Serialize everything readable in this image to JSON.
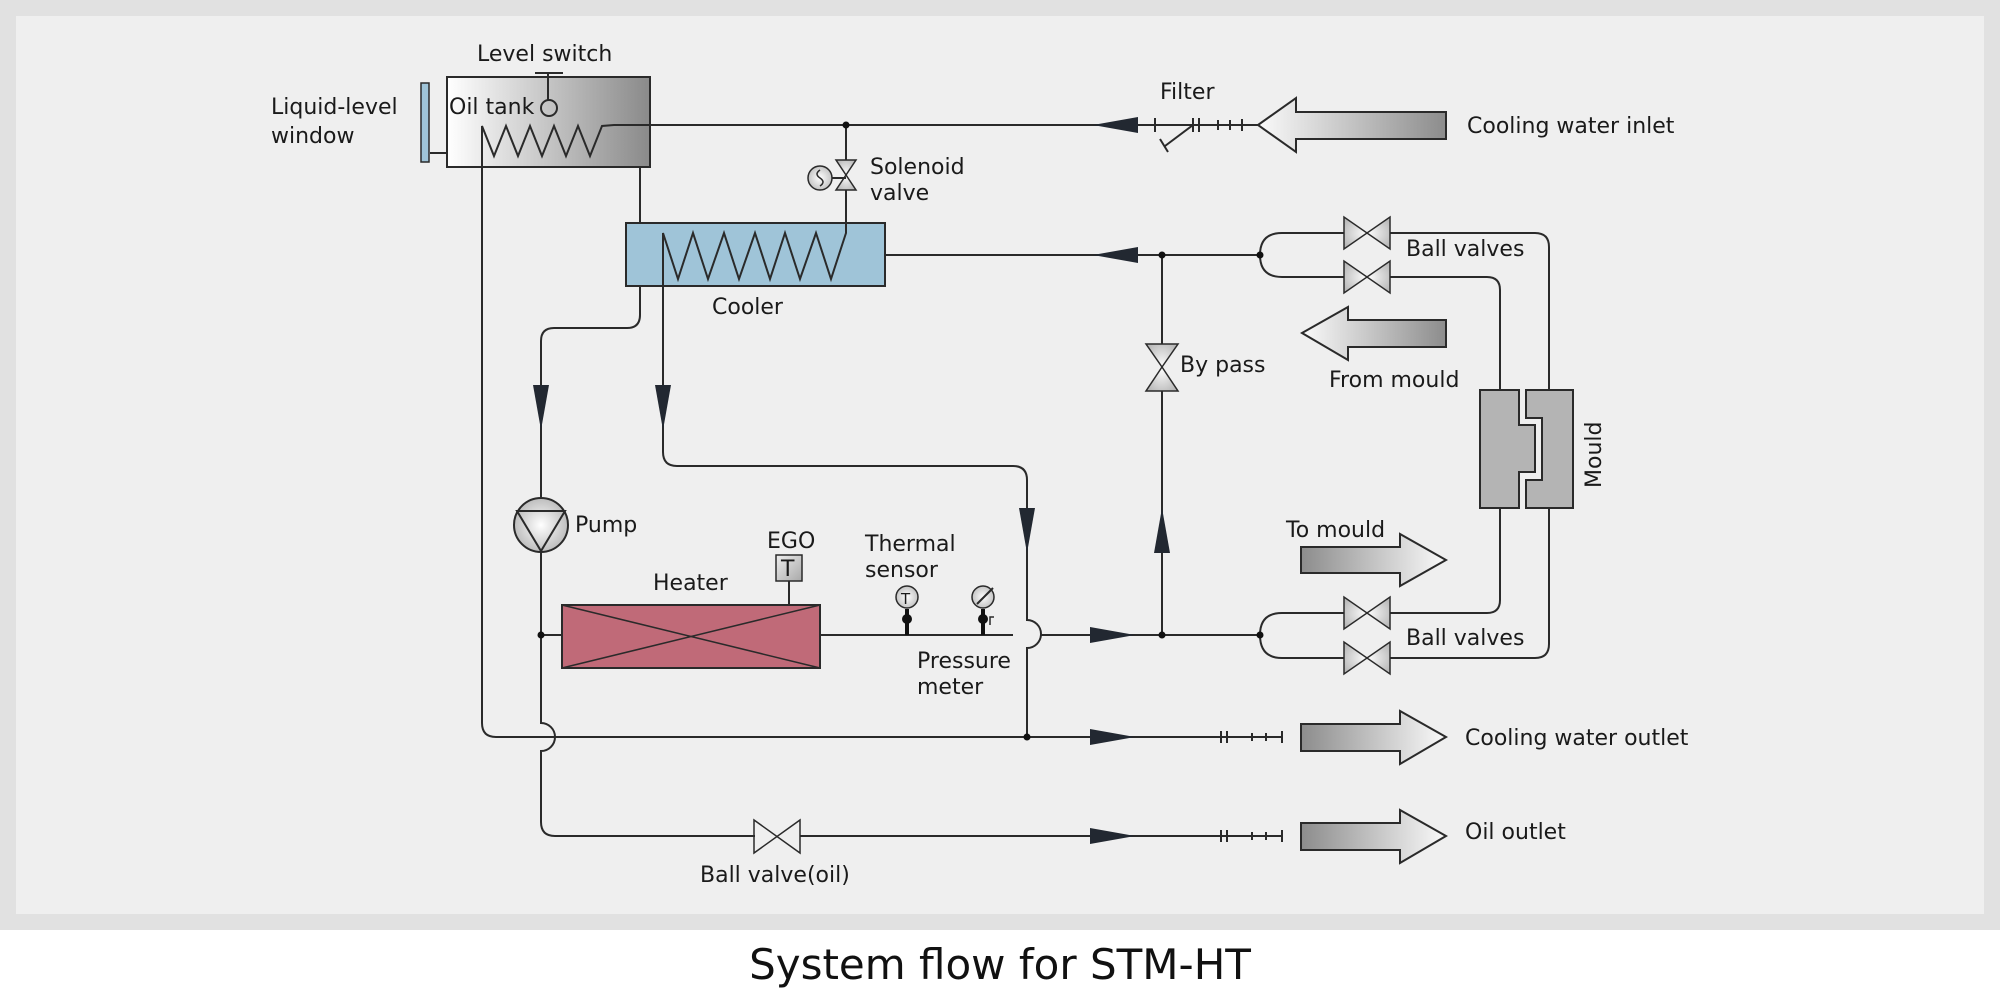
{
  "caption": "System flow for STM-HT",
  "colors": {
    "background_frame": "#e1e1e1",
    "background_panel": "#efefef",
    "cooler_fill": "#9fc4d8",
    "heater_fill": "#c06a78",
    "mould_fill": "#b4b4b4",
    "liquid_window_fill": "#9fc4d8",
    "pipe": "#2a2a2a",
    "arrowhead": "#222831"
  },
  "labels": {
    "level_switch": "Level switch",
    "liquid_level_line1": "Liquid-level",
    "liquid_level_line2": "window",
    "oil_tank": "Oil tank",
    "filter": "Filter",
    "cooling_water_inlet": "Cooling water inlet",
    "solenoid_line1": "Solenoid",
    "solenoid_line2": "valve",
    "cooler": "Cooler",
    "ball_valves_top": "Ball valves",
    "by_pass": "By pass",
    "from_mould": "From mould",
    "mould": "Mould",
    "pump": "Pump",
    "ego": "EGO",
    "ego_symbol": "T",
    "thermal_line1": "Thermal",
    "thermal_line2": "sensor",
    "thermal_symbol": "T",
    "heater": "Heater",
    "to_mould": "To mould",
    "ball_valves_bottom": "Ball valves",
    "pressure_line1": "Pressure",
    "pressure_line2": "meter",
    "cooling_water_outlet": "Cooling water outlet",
    "oil_outlet": "Oil outlet",
    "ball_valve_oil": "Ball valve(oil)"
  },
  "components": [
    {
      "id": "oil-tank",
      "type": "tank",
      "label": "Oil tank"
    },
    {
      "id": "level-switch",
      "type": "switch",
      "label": "Level switch"
    },
    {
      "id": "liquid-level-window",
      "type": "gauge",
      "label": "Liquid-level window"
    },
    {
      "id": "filter",
      "type": "filter",
      "label": "Filter"
    },
    {
      "id": "solenoid-valve",
      "type": "valve",
      "label": "Solenoid valve"
    },
    {
      "id": "cooler",
      "type": "heat-exchanger",
      "label": "Cooler"
    },
    {
      "id": "ball-valves-return",
      "type": "valve-pair",
      "label": "Ball valves"
    },
    {
      "id": "bypass-valve",
      "type": "valve",
      "label": "By pass"
    },
    {
      "id": "mould",
      "type": "mould",
      "label": "Mould"
    },
    {
      "id": "pump",
      "type": "pump",
      "label": "Pump"
    },
    {
      "id": "heater",
      "type": "heater",
      "label": "Heater"
    },
    {
      "id": "ego",
      "type": "thermostat",
      "label": "EGO"
    },
    {
      "id": "thermal-sensor",
      "type": "sensor",
      "label": "Thermal sensor"
    },
    {
      "id": "pressure-meter",
      "type": "sensor",
      "label": "Pressure meter"
    },
    {
      "id": "ball-valves-supply",
      "type": "valve-pair",
      "label": "Ball valves"
    },
    {
      "id": "ball-valve-oil",
      "type": "valve",
      "label": "Ball valve(oil)"
    }
  ],
  "flows": [
    {
      "from": "Cooling water inlet",
      "to": "Oil tank / Cooler",
      "direction": "left"
    },
    {
      "from": "Mould",
      "to": "Cooler",
      "label": "From mould",
      "direction": "left"
    },
    {
      "from": "Heater",
      "to": "Mould",
      "label": "To mould",
      "direction": "right"
    },
    {
      "from": "Cooler",
      "to": "Cooling water outlet",
      "direction": "right"
    },
    {
      "from": "Pump",
      "to": "Oil outlet",
      "direction": "right"
    }
  ]
}
